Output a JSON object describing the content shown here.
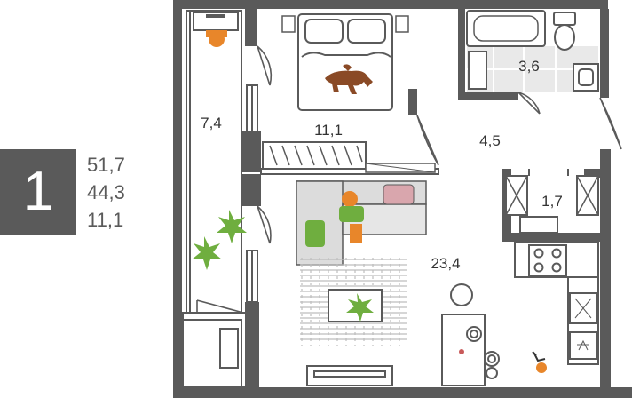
{
  "apartment": {
    "rooms_count": "1",
    "areas": [
      "51,7",
      "44,3",
      "11,1"
    ]
  },
  "plan": {
    "rooms": [
      {
        "id": "loggia",
        "area": "7,4"
      },
      {
        "id": "bedroom",
        "area": "11,1"
      },
      {
        "id": "bathroom",
        "area": "3,6"
      },
      {
        "id": "hallway",
        "area": "4,5"
      },
      {
        "id": "wc",
        "area": "1,7"
      },
      {
        "id": "kitchen-living",
        "area": "23,4"
      }
    ]
  },
  "colors": {
    "wall": "#5a5a5a",
    "badge": "#5a5a5a",
    "text": "#5a5a5a",
    "bed_pillow": "#d9d9d9",
    "sofa": "#dcdcdc",
    "pillow_pink": "#d9a6ad",
    "plant_green": "#6fae3f",
    "accent_orange": "#e8862a",
    "dog_brown": "#8a4a26",
    "bath_tile": "#e9e9e9"
  }
}
